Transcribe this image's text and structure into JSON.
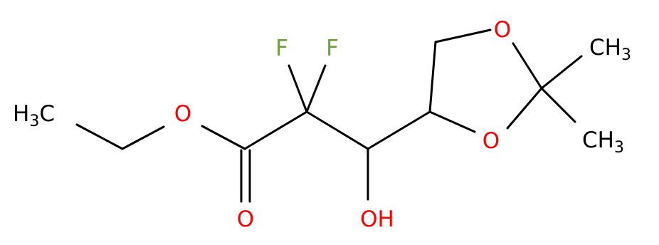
{
  "colors": {
    "bond": "#000000",
    "carbon": "#000000",
    "oxygen": "#ff0000",
    "fluorine": "#6f9f3a"
  },
  "atoms": {
    "ethyl_ch3": {
      "main": "H",
      "sub": "3",
      "tail": "C"
    },
    "ester_o": "O",
    "carbonyl_o": "O",
    "f_left": "F",
    "f_right": "F",
    "hydroxyl": "OH",
    "ring_o_top": "O",
    "ring_o_bottom": "O",
    "methyl_top": {
      "main": "CH",
      "sub": "3"
    },
    "methyl_bottom": {
      "main": "CH",
      "sub": "3"
    }
  }
}
